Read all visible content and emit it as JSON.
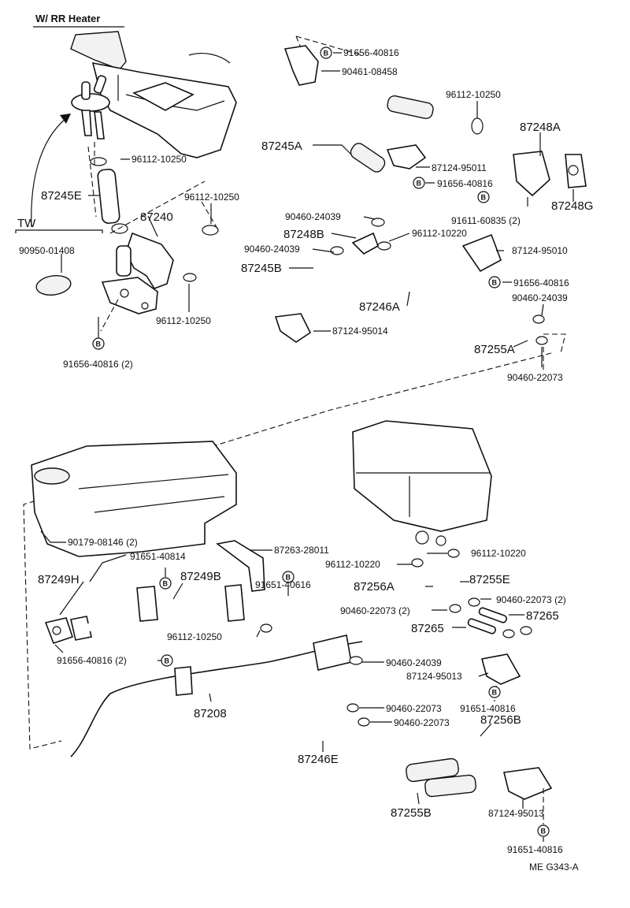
{
  "header": {
    "title": "W/ RR Heater"
  },
  "tw_label": "TW",
  "footer_code": "ME  G343-A",
  "bolt_symbol": "B",
  "labels": {
    "p91656_40816_top": "91656-40816",
    "p90461_08458": "90461-08458",
    "p96112_10250_a": "96112-10250",
    "p87248A": "87248A",
    "p87245A": "87245A",
    "p87124_95011": "87124-95011",
    "p91656_40816_b": "91656-40816",
    "p87248G": "87248G",
    "p96112_10250_b": "96112-10250",
    "p87245E": "87245E",
    "p96112_10250_c": "96112-10250",
    "p87240": "87240",
    "p90460_24039_a": "90460-24039",
    "p91611_60835": "91611-60835 (2)",
    "p87248B": "87248B",
    "p96112_10220_a": "96112-10220",
    "p90950_01408": "90950-01408",
    "p90460_24039_b": "90460-24039",
    "p87124_95010": "87124-95010",
    "p87245B": "87245B",
    "p91656_40816_c": "91656-40816",
    "p87246A": "87246A",
    "p90460_24039_c": "90460-24039",
    "p96112_10250_d": "96112-10250",
    "p87124_95014": "87124-95014",
    "p87255A": "87255A",
    "p91656_40816_2": "91656-40816 (2)",
    "p90460_22073_a": "90460-22073",
    "p90179_08146": "90179-08146 (2)",
    "p87263_28011": "87263-28011",
    "p96112_10220_b": "96112-10220",
    "p91651_40814": "91651-40814",
    "p96112_10220_c": "96112-10220",
    "p87249H": "87249H",
    "p87249B": "87249B",
    "p87255E": "87255E",
    "p91651_40616": "91651-40616",
    "p87256A": "87256A",
    "p90460_22073_2a": "90460-22073 (2)",
    "p90460_22073_2b": "90460-22073 (2)",
    "p87265_a": "87265",
    "p87265_b": "87265",
    "p96112_10250_e": "96112-10250",
    "p91656_40816_2b": "91656-40816 (2)",
    "p90460_24039_d": "90460-24039",
    "p87124_95013_a": "87124-95013",
    "p87208": "87208",
    "p91651_40816_a": "91651-40816",
    "p90460_22073_b": "90460-22073",
    "p87256B": "87256B",
    "p90460_22073_c": "90460-22073",
    "p87246E": "87246E",
    "p87255B": "87255B",
    "p87124_95013_b": "87124-95013",
    "p91651_40816_b": "91651-40816"
  }
}
